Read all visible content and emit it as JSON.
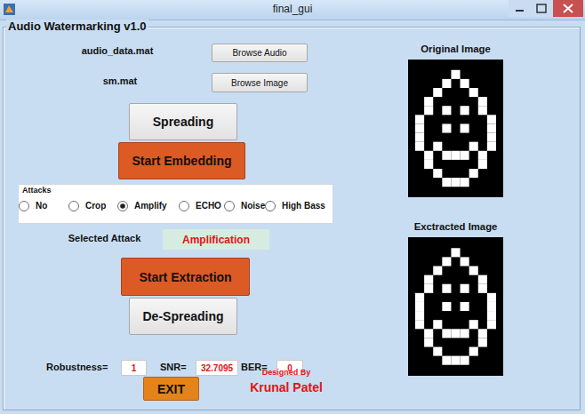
{
  "diagram": {
    "title": "final_gui",
    "nodes": [
      {
        "text": [
          "Audio Watermarking v1.0"
        ]
      },
      {
        "text": [
          "Browse Audio"
        ],
        "in": 0
      },
      {
        "text": [
          "Browse Image"
        ],
        "in": 0
      },
      {
        "text": [
          "Spreading"
        ],
        "in": 0
      },
      {
        "text": [
          "Start Embedding"
        ],
        "in": 0
      },
      {
        "text": [
          "Attacks"
        ],
        "in": 0
      },
      {
        "text": [
          "Amplification"
        ],
        "in": 0
      },
      {
        "text": [
          "Start Extraction"
        ],
        "in": 0
      },
      {
        "text": [
          "De-Spreading"
        ],
        "in": 0
      },
      {
        "text": [
          "1"
        ],
        "in": 0
      },
      {
        "text": [
          "32.7095"
        ],
        "in": 0
      },
      {
        "text": [
          "0"
        ],
        "in": 0
      },
      {
        "text": [
          "EXIT"
        ],
        "in": 0
      },
      {
        "text": [
          "Original Image"
        ],
        "in": 0
      },
      {
        "text": [
          "Exctracted Image"
        ],
        "in": 0
      }
    ],
    "labels": [
      "audio_data.mat",
      "sm.mat",
      "No",
      "Crop",
      "Amplify",
      "ECHO",
      "Noise",
      "High Bass",
      "Selected Attack",
      "Robustness=",
      "SNR=",
      "BER=",
      "Designed By",
      "Krunal Patel"
    ]
  }
}
